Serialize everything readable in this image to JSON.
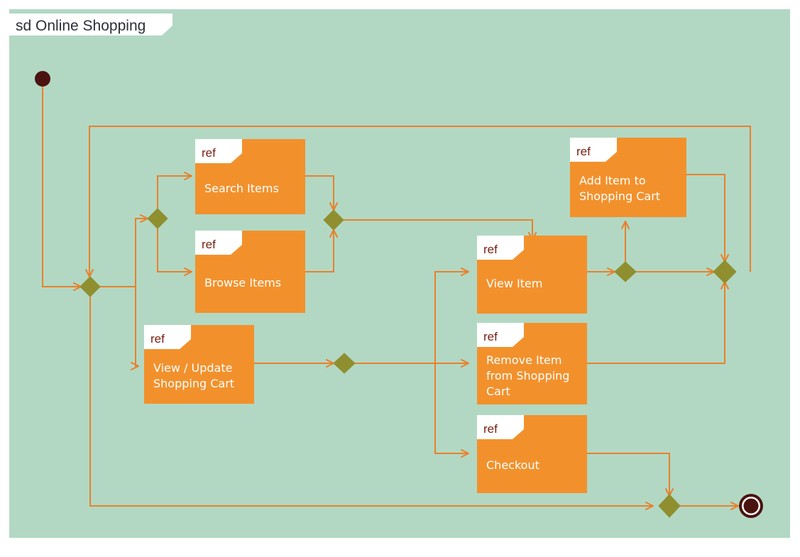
{
  "frame": {
    "title": "sd Online Shopping",
    "kind_keyword": "sd",
    "name": "Online Shopping",
    "background_color": "#b2d8c3",
    "label_background": "#ffffff",
    "label_text_color": "#2b2f38"
  },
  "colors": {
    "node_fill": "#f2912c",
    "node_text": "#ffffff",
    "ref_tag_fill": "#ffffff",
    "ref_tag_text": "#7a2012",
    "flow_line": "#e8812b",
    "decision_fill": "#8f8f30",
    "decision_stroke": "#8f8f30",
    "initial_node": "#4a130f",
    "final_node_ring": "#4a130f",
    "final_node_inner": "#4a130f",
    "final_node_gap": "#ffffff"
  },
  "nodes": [
    {
      "id": "search-items",
      "ref": "ref",
      "lines": [
        "Search Items"
      ]
    },
    {
      "id": "browse-items",
      "ref": "ref",
      "lines": [
        "Browse Items"
      ]
    },
    {
      "id": "view-update-cart",
      "ref": "ref",
      "lines": [
        "View / Update",
        "Shopping Cart"
      ]
    },
    {
      "id": "add-item-to-cart",
      "ref": "ref",
      "lines": [
        "Add Item to",
        "Shopping Cart"
      ]
    },
    {
      "id": "view-item",
      "ref": "ref",
      "lines": [
        "View Item"
      ]
    },
    {
      "id": "remove-item",
      "ref": "ref",
      "lines": [
        "Remove Item",
        "from Shopping",
        "Cart"
      ]
    },
    {
      "id": "checkout",
      "ref": "ref",
      "lines": [
        "Checkout"
      ]
    }
  ],
  "control_nodes": {
    "initial": "initial-node",
    "final": "final-node",
    "decisions": [
      "decision-entry",
      "decision-search-browse-split",
      "decision-search-browse-merge",
      "decision-cart-fork",
      "decision-add-item-merge",
      "decision-right-merge",
      "decision-final-merge"
    ]
  },
  "diagram_type": "uml-interaction-overview-diagram"
}
